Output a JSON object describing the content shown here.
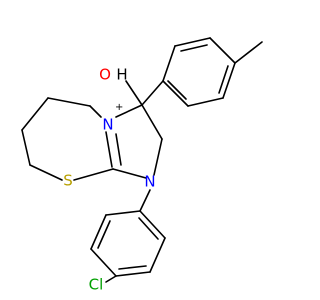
{
  "molecule": {
    "atoms": {
      "O": {
        "text": "O",
        "color": "#ff0000"
      },
      "H": {
        "text": "H",
        "color": "#000000"
      },
      "N_plus": {
        "text": "N",
        "color": "#0000ff"
      },
      "plus": {
        "text": "+",
        "color": "#000000"
      },
      "S": {
        "text": "S",
        "color": "#b8a000"
      },
      "N": {
        "text": "N",
        "color": "#0000ff"
      },
      "Cl": {
        "text": "Cl",
        "color": "#00a000"
      }
    }
  }
}
